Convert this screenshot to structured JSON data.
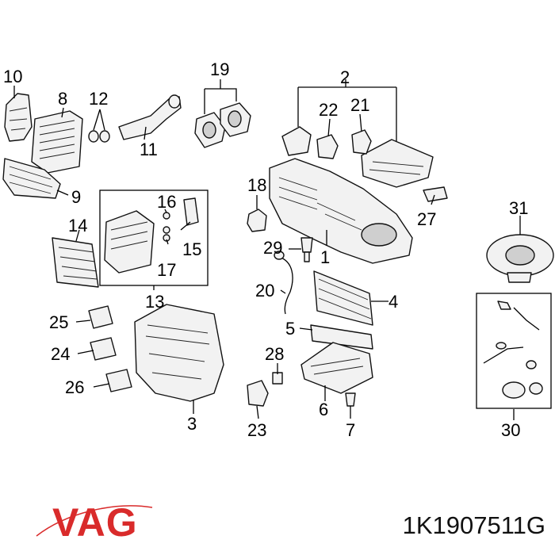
{
  "callouts": {
    "c1": "1",
    "c2": "2",
    "c3": "3",
    "c4": "4",
    "c5": "5",
    "c6": "6",
    "c7": "7",
    "c8": "8",
    "c9": "9",
    "c10": "10",
    "c11": "11",
    "c12": "12",
    "c13": "13",
    "c14": "14",
    "c15": "15",
    "c16": "16",
    "c17": "17",
    "c18": "18",
    "c19": "19",
    "c20": "20",
    "c21": "21",
    "c22": "22",
    "c23": "23",
    "c24": "24",
    "c25": "25",
    "c26": "26",
    "c27": "27",
    "c28": "28",
    "c29": "29",
    "c30": "30",
    "c31": "31"
  },
  "brand": {
    "logo_text": "VAG",
    "color": "#d92b2b"
  },
  "part_number": "1K1907511G"
}
